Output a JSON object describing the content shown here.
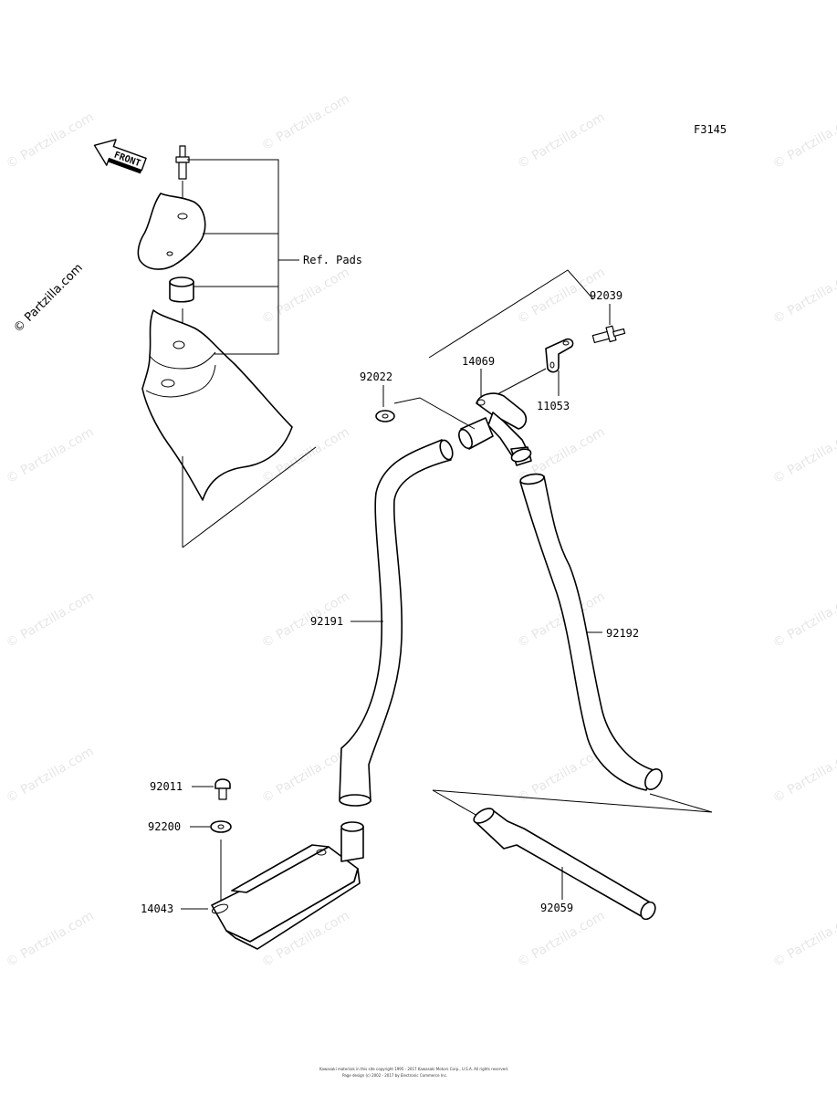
{
  "figure_code": "F3145",
  "front_arrow_label": "FRONT",
  "ref_label": "Ref. Pads",
  "parts": [
    {
      "key": "p92039",
      "number": "92039"
    },
    {
      "key": "p92022",
      "number": "92022"
    },
    {
      "key": "p14069",
      "number": "14069"
    },
    {
      "key": "p11053",
      "number": "11053"
    },
    {
      "key": "p92191",
      "number": "92191"
    },
    {
      "key": "p92192",
      "number": "92192"
    },
    {
      "key": "p92011",
      "number": "92011"
    },
    {
      "key": "p92200",
      "number": "92200"
    },
    {
      "key": "p14043",
      "number": "14043"
    },
    {
      "key": "p92059",
      "number": "92059"
    }
  ],
  "watermark": "© Partzilla.com",
  "copyright_line1": "Kawasaki materials in this site copyright 1995 - 2017 Kawasaki Motors Corp., U.S.A. All rights reserved.",
  "copyright_line2": "Page design (c) 2002 - 2017 by Electronic Commerce Inc."
}
